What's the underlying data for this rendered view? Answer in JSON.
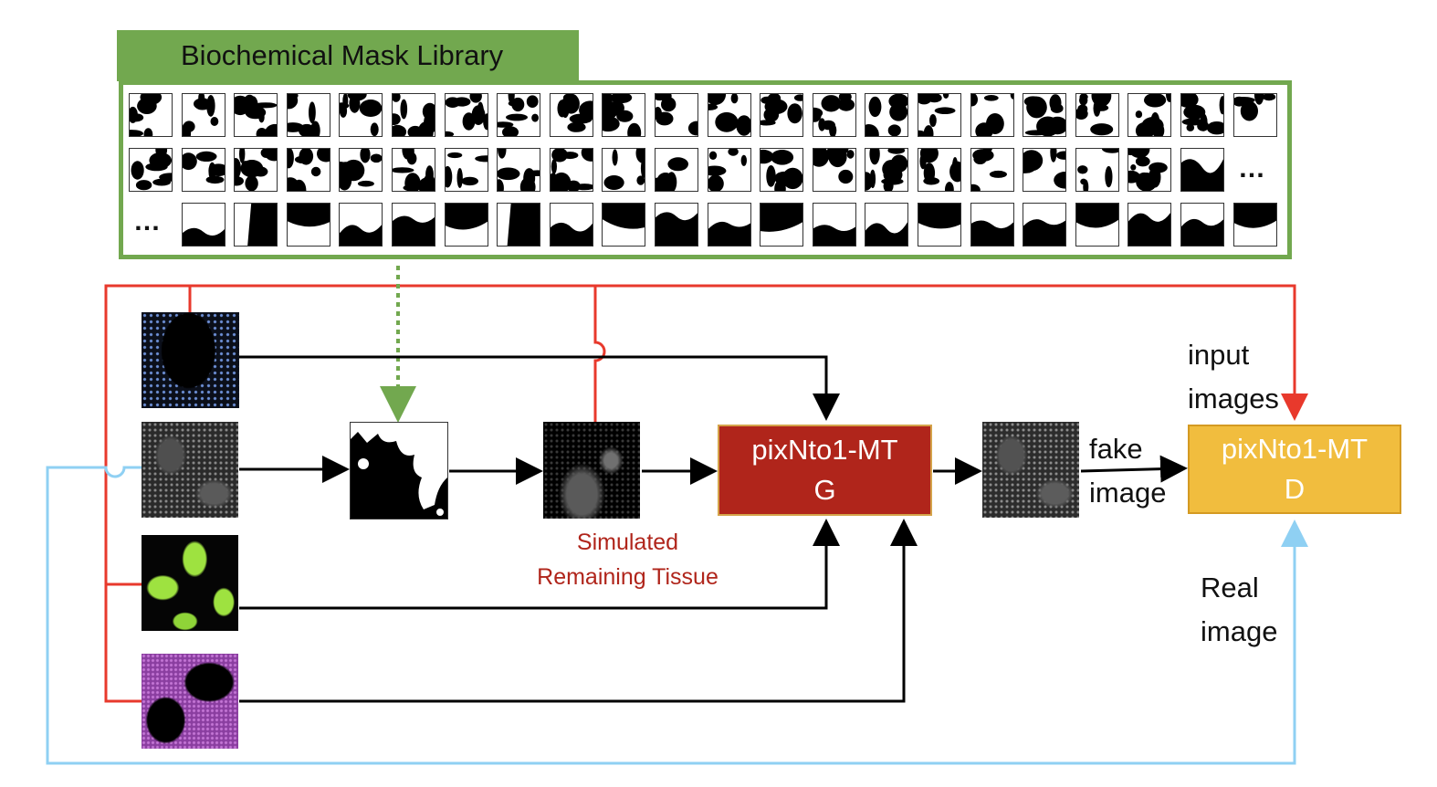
{
  "library": {
    "title": "Biochemical Mask Library",
    "row2_ellipsis": "…",
    "row3_ellipsis": "…"
  },
  "generator": {
    "line1": "pixNto1-MT",
    "line2": "G"
  },
  "discriminator": {
    "line1": "pixNto1-MT",
    "line2": "D"
  },
  "caption": {
    "line1": "Simulated",
    "line2": "Remaining Tissue"
  },
  "labels": {
    "input_line1": "input",
    "input_line2": "images",
    "fake_line1": "fake",
    "fake_line2": "image",
    "real_line1": "Real",
    "real_line2": "image"
  },
  "colors": {
    "library_green": "#72a84f",
    "red_line": "#e8392c",
    "blue_line": "#8fd0f3",
    "dotted_green": "#72a84f",
    "generator_fill": "#b0251b",
    "discriminator_fill": "#f1bd3e",
    "caption_red": "#b0251b"
  }
}
